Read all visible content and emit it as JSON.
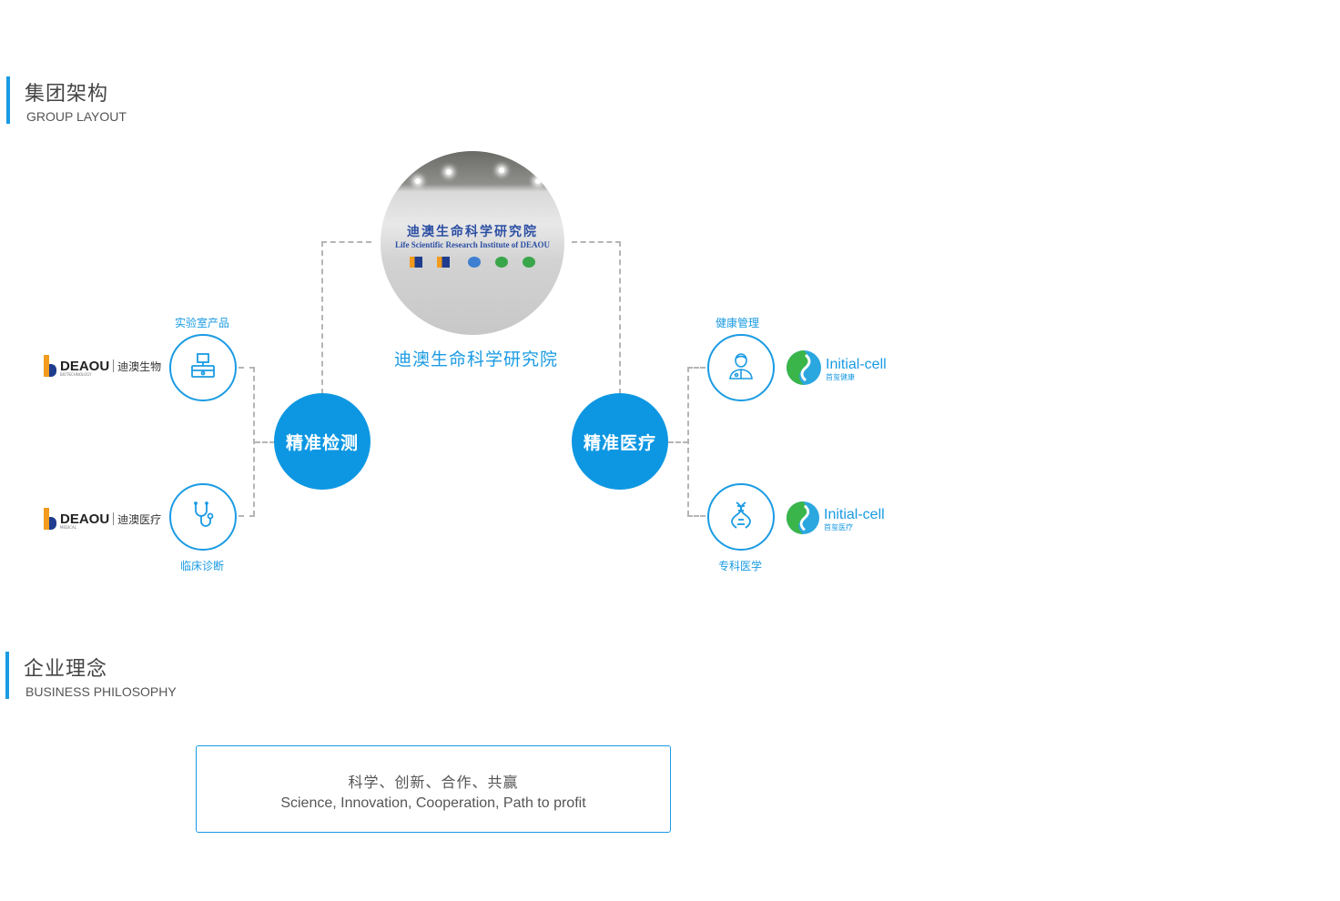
{
  "sections": {
    "group": {
      "title_cn": "集团架构",
      "title_en": "GROUP LAYOUT"
    },
    "philosophy": {
      "title_cn": "企业理念",
      "title_en": "BUSINESS PHILOSOPHY"
    }
  },
  "institute": {
    "label": "迪澳生命科学研究院",
    "sign_cn": "迪澳生命科学研究院",
    "sign_en": "Life Scientific Research Institute of DEAOU"
  },
  "hubs": {
    "left": "精准检测",
    "right": "精准医疗"
  },
  "nodes": {
    "lab": {
      "caption": "实验室产品",
      "icon": "lab-equipment-icon"
    },
    "clinic": {
      "caption": "临床诊断",
      "icon": "stethoscope-icon"
    },
    "health": {
      "caption": "健康管理",
      "icon": "doctor-icon"
    },
    "specialty": {
      "caption": "专科医学",
      "icon": "dna-icon"
    }
  },
  "brands": {
    "deaou_bio": {
      "name": "DEAOU",
      "cn": "迪澳生物",
      "sub": "BIOTECHNOLOGY"
    },
    "deaou_med": {
      "name": "DEAOU",
      "cn": "迪澳医疗",
      "sub": "MEDICAL"
    },
    "ic_health": {
      "name": "Initial-cell",
      "cn": "首玺健康"
    },
    "ic_med": {
      "name": "Initial-cell",
      "cn": "首玺医疗"
    }
  },
  "philosophy": {
    "line_cn": "科学、创新、合作、共赢",
    "line_en": "Science, Innovation, Cooperation, Path to profit"
  },
  "colors": {
    "accent": "#1a9be3",
    "hub": "#0d97e2",
    "connector": "#b5b5b5"
  }
}
